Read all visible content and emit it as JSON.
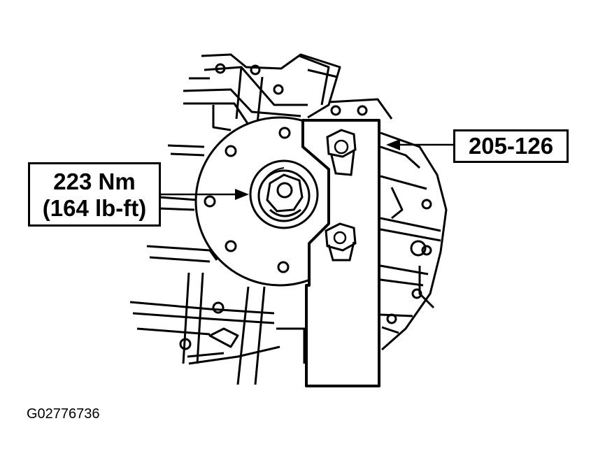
{
  "callouts": {
    "torque_nm": "223 Nm",
    "torque_lbft": "(164 lb-ft)",
    "tool_number": "205-126"
  },
  "figure_id": "G02776736",
  "colors": {
    "ink": "#000000",
    "paper": "#ffffff"
  }
}
